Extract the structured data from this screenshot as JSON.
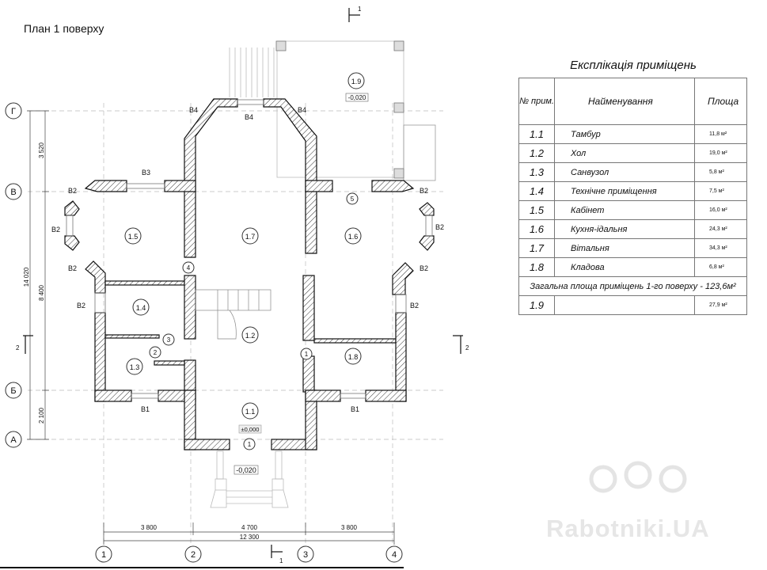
{
  "plan_title": "План 1 поверху",
  "axes": {
    "columns": [
      "1",
      "2",
      "3",
      "4"
    ],
    "rows": [
      "Г",
      "В",
      "Б",
      "А"
    ]
  },
  "dimensions": {
    "vertical_total": "14 020",
    "vertical": [
      "3 520",
      "8 400",
      "2 100"
    ],
    "horizontal": [
      "3 800",
      "4 700",
      "3 800"
    ],
    "horizontal_total": "12 300"
  },
  "section_marks": {
    "s1": "1",
    "s2": "2"
  },
  "rooms": [
    "1.1",
    "1.2",
    "1.3",
    "1.4",
    "1.5",
    "1.6",
    "1.7",
    "1.8",
    "1.9"
  ],
  "doors": [
    "1",
    "2",
    "3",
    "4",
    "5"
  ],
  "windows": {
    "b1": "В1",
    "b2": "В2",
    "b3": "В3",
    "b4": "В4"
  },
  "levels": {
    "zero": "±0,000",
    "porch": "-0,020",
    "terrace": "-0,020"
  },
  "explication": {
    "title": "Експлікація приміщень",
    "headers": {
      "num": "№ прим.",
      "name": "Найменування",
      "area": "Площа"
    },
    "rows": [
      {
        "num": "1.1",
        "name": "Тамбур",
        "area": "11,8 м²"
      },
      {
        "num": "1.2",
        "name": "Хол",
        "area": "19,0 м²"
      },
      {
        "num": "1.3",
        "name": "Санвузол",
        "area": "5,8 м²"
      },
      {
        "num": "1.4",
        "name": "Технічне приміщення",
        "area": "7,5 м²"
      },
      {
        "num": "1.5",
        "name": "Кабінет",
        "area": "16,0 м²"
      },
      {
        "num": "1.6",
        "name": "Кухня-ідальня",
        "area": "24,3 м²"
      },
      {
        "num": "1.7",
        "name": "Вітальня",
        "area": "34,3 м²"
      },
      {
        "num": "1.8",
        "name": "Кладова",
        "area": "6,8 м²"
      }
    ],
    "total": "Загальна площа приміщень 1-го поверху - 123,6м²",
    "extra_row": {
      "num": "1.9",
      "name": "",
      "area": "27,9 м²"
    }
  },
  "watermark": "Rabotniki.UA"
}
